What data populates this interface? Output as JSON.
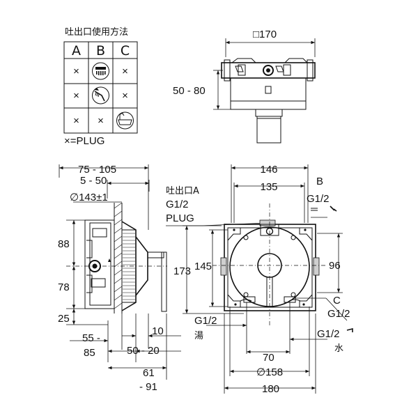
{
  "outlet_table": {
    "title": "吐出口使用方法",
    "columns": [
      "A",
      "B",
      "C"
    ],
    "rows": [
      [
        "×",
        "shower-head-icon",
        "×"
      ],
      [
        "×",
        "hand-shower-icon",
        "×"
      ],
      [
        "×",
        "×",
        "bathtub-icon"
      ]
    ],
    "legend": "×=PLUG"
  },
  "top_view": {
    "width_label": "□170",
    "depth_label": "50 - 80"
  },
  "side_view": {
    "dim_overall": "75 - 105",
    "dim_inset": "5 - 50",
    "dim_dia": "∅143±1",
    "dim_upper": "88",
    "dim_lower": "78",
    "dim_base": "25",
    "dim_bottom_a": "55 -",
    "dim_bottom_b": "85",
    "dim_right_a": "10",
    "dim_right_b": "50 - 20",
    "dim_far_a": "61",
    "dim_far_b": "- 91"
  },
  "front_view": {
    "dim_146": "146",
    "dim_135": "135",
    "outlet_a_label": "吐出口A",
    "outlet_a_thread": "G1/2",
    "outlet_a_plug": "PLUG",
    "dim_173": "173",
    "dim_145": "145",
    "dim_96": "96",
    "outlet_b_label": "B",
    "outlet_b_thread": "G1/2",
    "outlet_c_label": "C",
    "outlet_c_thread": "G1/2",
    "hot_thread": "G1/2",
    "hot_label": "湯",
    "cold_thread": "G1/2",
    "cold_label": "水",
    "dim_70": "70",
    "dim_158": "∅158",
    "dim_180": "180"
  }
}
